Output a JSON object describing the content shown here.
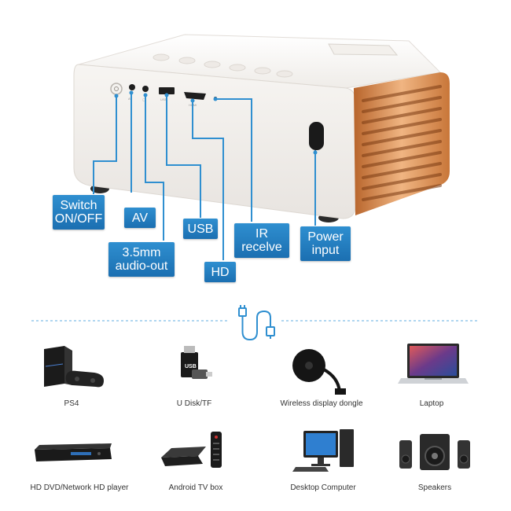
{
  "callouts": {
    "switch": [
      "Switch",
      "ON/OFF"
    ],
    "av": "AV",
    "audio": [
      "3.5mm",
      "audio-out"
    ],
    "usb": "USB",
    "hd": "HD",
    "ir": [
      "IR",
      "recelve"
    ],
    "power": [
      "Power",
      "input"
    ]
  },
  "devices": [
    {
      "label": "PS4",
      "icon": "game-console-icon"
    },
    {
      "label": "U Disk/TF",
      "icon": "usb-drive-icon"
    },
    {
      "label": "Wireless display dongle",
      "icon": "display-dongle-icon"
    },
    {
      "label": "Laptop",
      "icon": "laptop-icon"
    },
    {
      "label": "HD DVD/Network HD player",
      "icon": "dvd-player-icon"
    },
    {
      "label": "Android TV box",
      "icon": "tv-box-icon"
    },
    {
      "label": "Desktop Computer",
      "icon": "desktop-computer-icon"
    },
    {
      "label": "Speakers",
      "icon": "speakers-icon"
    }
  ],
  "colors": {
    "callout_blue": "#2285c8",
    "line_blue": "#3b9ad9",
    "fin_copper": "#d98a4c"
  }
}
